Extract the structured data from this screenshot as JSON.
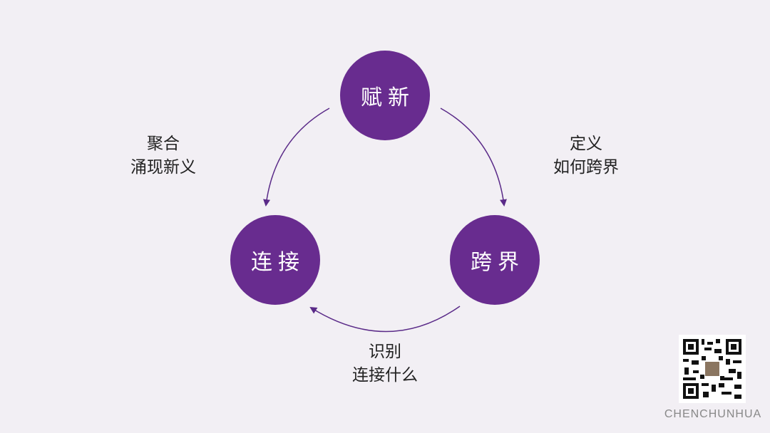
{
  "nodes": {
    "top": "赋新",
    "left": "连接",
    "right": "跨界"
  },
  "labels": {
    "left": [
      "聚合",
      "涌现新义"
    ],
    "right": [
      "定义",
      "如何跨界"
    ],
    "bottom": [
      "识别",
      "连接什么"
    ]
  },
  "brand": "CHENCHUNHUA",
  "colors": {
    "accent": "#682c8f",
    "background": "#f2eff4"
  }
}
